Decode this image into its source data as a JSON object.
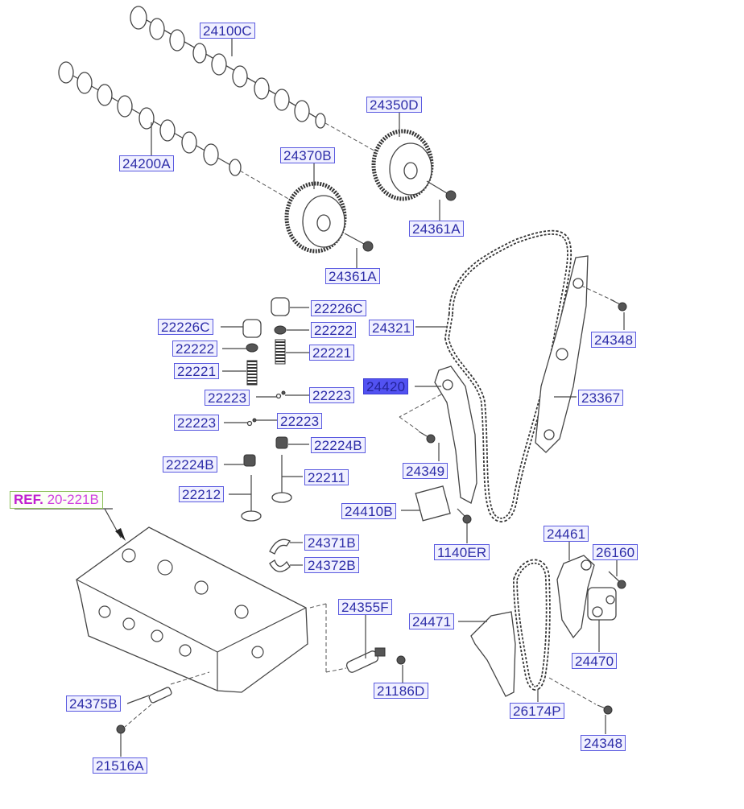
{
  "diagram": {
    "title": "Camshaft & Valve / Timing Chain Parts Diagram",
    "reference": {
      "prefix": "REF.",
      "code": "20-221B"
    },
    "highlighted_part": "24420",
    "colors": {
      "label_fill": "#f0f0ff",
      "label_border": "#5a5ae0",
      "label_text": "#2c2ca8",
      "highlight_fill": "#5252f2",
      "ref_border": "#8cbf5a",
      "ref_text": "#c020d0"
    },
    "labels": [
      {
        "id": "24100C",
        "part": "camshaft-exhaust"
      },
      {
        "id": "24200A",
        "part": "camshaft-intake"
      },
      {
        "id": "24350D",
        "part": "exhaust-cam-sprocket"
      },
      {
        "id": "24370B",
        "part": "intake-cam-sprocket"
      },
      {
        "id": "24361A",
        "part": "sprocket-bolt-upper"
      },
      {
        "id": "24361A",
        "part": "sprocket-bolt-lower"
      },
      {
        "id": "22226C",
        "part": "tappet-right"
      },
      {
        "id": "22226C",
        "part": "tappet-left"
      },
      {
        "id": "22222",
        "part": "retainer-right"
      },
      {
        "id": "22222",
        "part": "retainer-left"
      },
      {
        "id": "22221",
        "part": "valve-spring-right"
      },
      {
        "id": "22221",
        "part": "valve-spring-left"
      },
      {
        "id": "22223",
        "part": "cotter-upper-left"
      },
      {
        "id": "22223",
        "part": "cotter-upper-right"
      },
      {
        "id": "22223",
        "part": "cotter-lower-left"
      },
      {
        "id": "22223",
        "part": "cotter-lower-right"
      },
      {
        "id": "22224B",
        "part": "valve-seal-right"
      },
      {
        "id": "22224B",
        "part": "valve-seal-left"
      },
      {
        "id": "22211",
        "part": "intake-valve"
      },
      {
        "id": "22212",
        "part": "exhaust-valve"
      },
      {
        "id": "24321",
        "part": "timing-chain"
      },
      {
        "id": "24348",
        "part": "guide-bolt-upper"
      },
      {
        "id": "24420",
        "part": "chain-tensioner-arm"
      },
      {
        "id": "23367",
        "part": "chain-guide"
      },
      {
        "id": "24349",
        "part": "tensioner-arm-bolt"
      },
      {
        "id": "24410B",
        "part": "chain-tensioner"
      },
      {
        "id": "1140ER",
        "part": "tensioner-bolt"
      },
      {
        "id": "24371B",
        "part": "cam-bearing-upper"
      },
      {
        "id": "24372B",
        "part": "cam-bearing-lower"
      },
      {
        "id": "24461",
        "part": "oil-pump-chain-guide"
      },
      {
        "id": "26160",
        "part": "oil-pump-bolt"
      },
      {
        "id": "24355F",
        "part": "oil-control-valve"
      },
      {
        "id": "24471",
        "part": "oil-pump-chain-lever"
      },
      {
        "id": "24470",
        "part": "oil-pump-chain-tensioner"
      },
      {
        "id": "21186D",
        "part": "ocv-bolt"
      },
      {
        "id": "24375B",
        "part": "cvvt-oil-temp-sensor"
      },
      {
        "id": "26174P",
        "part": "oil-pump-chain"
      },
      {
        "id": "24348",
        "part": "guide-bolt-lower"
      },
      {
        "id": "21516A",
        "part": "plug"
      }
    ]
  }
}
